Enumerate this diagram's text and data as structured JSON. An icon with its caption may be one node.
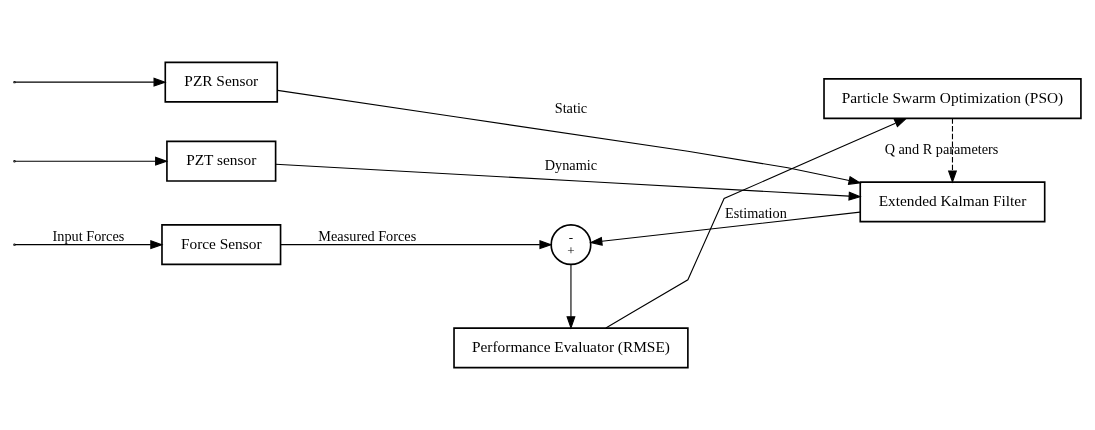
{
  "diagram": {
    "nodes": [
      {
        "text": [
          "Force Sensor"
        ]
      },
      {
        "text": [
          "PZR Sensor"
        ]
      },
      {
        "text": [
          "PZT sensor"
        ]
      },
      {
        "text": [
          "Extended Kalman Filter"
        ]
      },
      {
        "text": [
          "-",
          "+"
        ]
      },
      {
        "text": [
          "Performance Evaluator (RMSE)"
        ]
      },
      {
        "text": [
          "Particle Swarm Optimization (PSO)"
        ]
      }
    ],
    "edges": [
      {
        "from": null,
        "to": 0,
        "arrow": "to",
        "label": "Input Forces"
      },
      {
        "from": null,
        "to": 1,
        "arrow": "to"
      },
      {
        "from": null,
        "to": 2,
        "arrow": "to"
      },
      {
        "from": 0,
        "to": 4,
        "arrow": "to",
        "label": "Measured Forces"
      },
      {
        "from": 1,
        "to": 3,
        "arrow": "to",
        "label": "Static"
      },
      {
        "from": 2,
        "to": 3,
        "arrow": "to",
        "label": "Dynamic"
      },
      {
        "from": 3,
        "to": 4,
        "arrow": "to",
        "label": "Estimation"
      },
      {
        "from": 4,
        "to": 5,
        "arrow": "to"
      },
      {
        "from": 5,
        "to": 6,
        "arrow": "to"
      },
      {
        "from": 6,
        "to": 3,
        "arrow": "to",
        "style": "dashed",
        "label": "Q and R parameters"
      }
    ]
  }
}
